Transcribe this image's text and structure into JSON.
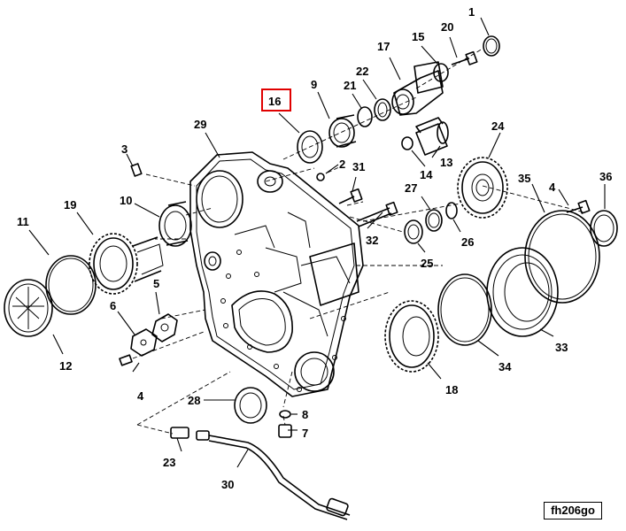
{
  "diagram": {
    "callouts": {
      "c1": "1",
      "c2": "2",
      "c3": "3",
      "c4a": "4",
      "c4b": "4",
      "c5": "5",
      "c6": "6",
      "c7": "7",
      "c8": "8",
      "c9": "9",
      "c10": "10",
      "c11": "11",
      "c12": "12",
      "c13": "13",
      "c14": "14",
      "c15": "15",
      "c16": "16",
      "c17": "17",
      "c18": "18",
      "c19": "19",
      "c20": "20",
      "c21": "21",
      "c22": "22",
      "c23": "23",
      "c24": "24",
      "c25": "25",
      "c26": "26",
      "c27": "27",
      "c28": "28",
      "c29": "29",
      "c30": "30",
      "c31": "31",
      "c32": "32",
      "c33": "33",
      "c34": "34",
      "c35": "35",
      "c36": "36"
    },
    "highlighted_callout": "16",
    "highlight_color": "#e00000",
    "figure_code": "fh206go"
  }
}
